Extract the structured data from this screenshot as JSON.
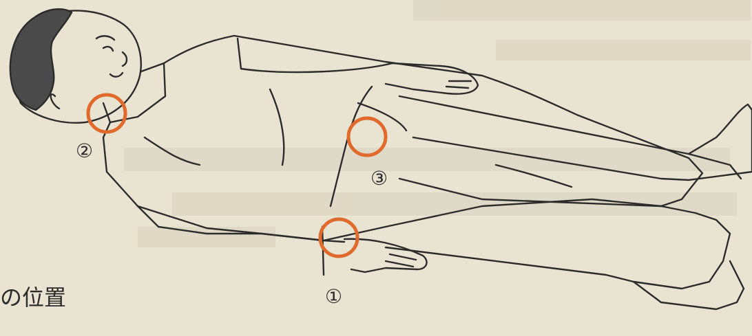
{
  "colors": {
    "background": "#e9e4d2",
    "ink": "#2b2b2b",
    "hair": "#4a4a4a",
    "marker_ring": "#e06a2c"
  },
  "markers": [
    {
      "label": "①"
    },
    {
      "label": "②"
    },
    {
      "label": "③"
    }
  ],
  "caption": "の位置"
}
